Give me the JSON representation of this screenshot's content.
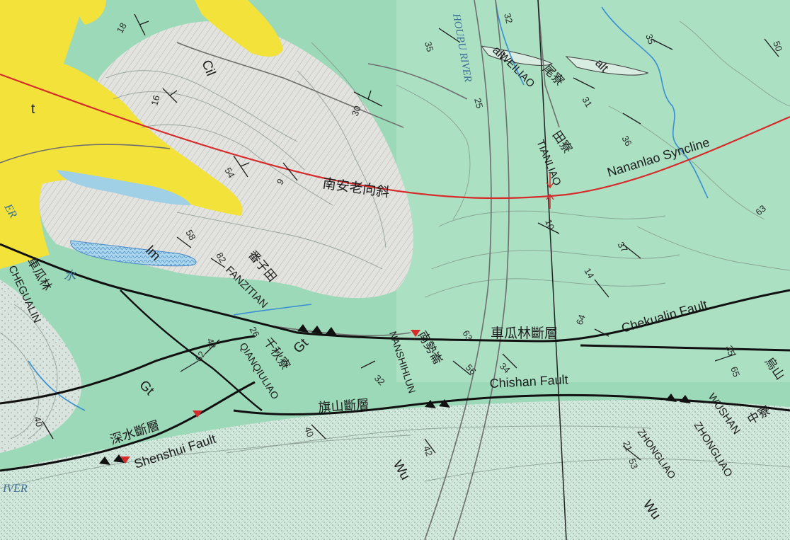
{
  "colors": {
    "green_unit": "#9cd9b8",
    "green_light": "#b9e6cc",
    "yellow_unit": "#f2e23a",
    "gray_unit": "#dcdcd8",
    "stipple_unit": "#d8ece0",
    "syncline": "#d62b2b",
    "fault": "#111111",
    "water": "#9fd0e6",
    "river_line": "#3a8fd0",
    "contour": "#7d8f86",
    "road": "#6e6e6e"
  },
  "map": {
    "structures": {
      "syncline_cn": "南安老向斜",
      "syncline_en": "Nananlao Syncline",
      "chekualin_cn": "車瓜林斷層",
      "chekualin_en": "Chekualin Fault",
      "chishan_cn": "旗山斷層",
      "chishan_en": "Chishan Fault",
      "shenshui_cn": "深水斷層",
      "shenshui_en": "Shenshui Fault"
    },
    "places": {
      "weiliao_en": "WEILIAO",
      "weiliao_cn": "尾寮",
      "tianliao_en": "TIANLIAO",
      "tianliao_cn": "田寮",
      "fanzitian_en": "FANZITIAN",
      "fanzitian_cn": "番子田",
      "qianqiuliao_en": "QIANQIULIAO",
      "qianqiuliao_cn": "千秋寮",
      "nanshihlun_en": "NANSHIHLUN",
      "nanshihlun_cn": "南勢崙",
      "chekualin_en": "CHEGUALIN",
      "chekualin_cn": "車瓜林",
      "wushan_en": "WUSHAN",
      "wushan_cn": "烏山",
      "zhongliao_en": "ZHONGLIAO",
      "zhongliao_cn": "中寮",
      "zhonglao2_en": "ZHONGLIAO"
    },
    "rivers": {
      "houpu": "HOUPU RIVER",
      "left_river": "IVER",
      "top_left_river": "ER",
      "water_cn": "水"
    },
    "units": {
      "cil": "Cil",
      "t": "t",
      "lm": "lm",
      "gt_1": "Gt",
      "gt_2": "Gt",
      "alt_1": "alt",
      "alt_2": "alt",
      "wu_1": "Wu",
      "wu_2": "Wu"
    },
    "dips": [
      "18",
      "16",
      "30",
      "54",
      "9",
      "58",
      "82",
      "35",
      "32",
      "25",
      "31",
      "36",
      "35",
      "50",
      "63",
      "10",
      "37",
      "14",
      "64",
      "35",
      "65",
      "34",
      "56",
      "32",
      "63",
      "42",
      "62",
      "26",
      "40",
      "40",
      "42",
      "21",
      "53"
    ]
  }
}
